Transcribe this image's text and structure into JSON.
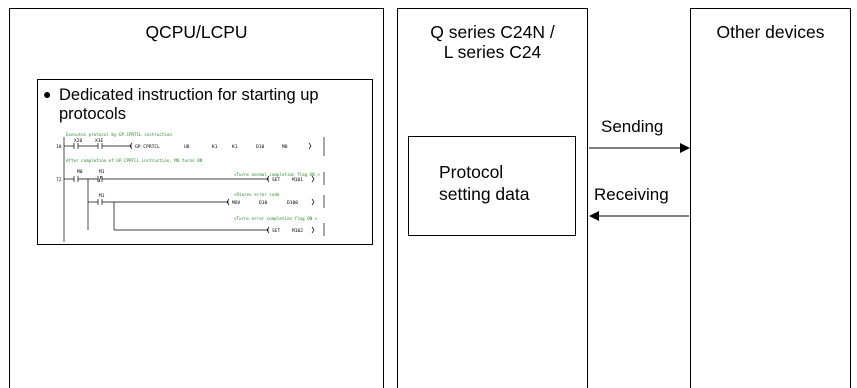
{
  "panels": {
    "cpu": {
      "title": "QCPU/LCPU"
    },
    "c24": {
      "title_line1": "Q series C24N /",
      "title_line2": "L series C24"
    },
    "other": {
      "title": "Other devices"
    }
  },
  "instruction_box": {
    "bullet": "●",
    "text_line1": "Dedicated instruction for starting up",
    "text_line2": "protocols",
    "ladder": {
      "comment1": "Executes protocol by GP.CPRTCL instruction",
      "comment2": "After completion of GP.CPRTCL instruction, M0 turns ON",
      "comment3": "<Turns normal completion flag ON >",
      "comment4": "<Stores error code",
      "comment5": "<Turns error completion flag ON >",
      "step1": "10",
      "step2": "72",
      "contact_x20": "X20",
      "contact_x1e": "X1E",
      "contact_m0": "M0",
      "contact_m1a": "M1",
      "contact_m1b": "M1",
      "instr1": "GP.CPRTCL",
      "instr1_args": [
        "U0",
        "K1",
        "K1",
        "D10",
        "M0"
      ],
      "instr2": "SET",
      "instr2_arg": "M101",
      "instr3": "MOV",
      "instr3_args": [
        "D10",
        "D100"
      ],
      "instr4": "SET",
      "instr4_arg": "M102"
    }
  },
  "protocol_box": {
    "line1": "Protocol",
    "line2": "setting data"
  },
  "arrows": {
    "send_label": "Sending",
    "receive_label": "Receiving"
  }
}
